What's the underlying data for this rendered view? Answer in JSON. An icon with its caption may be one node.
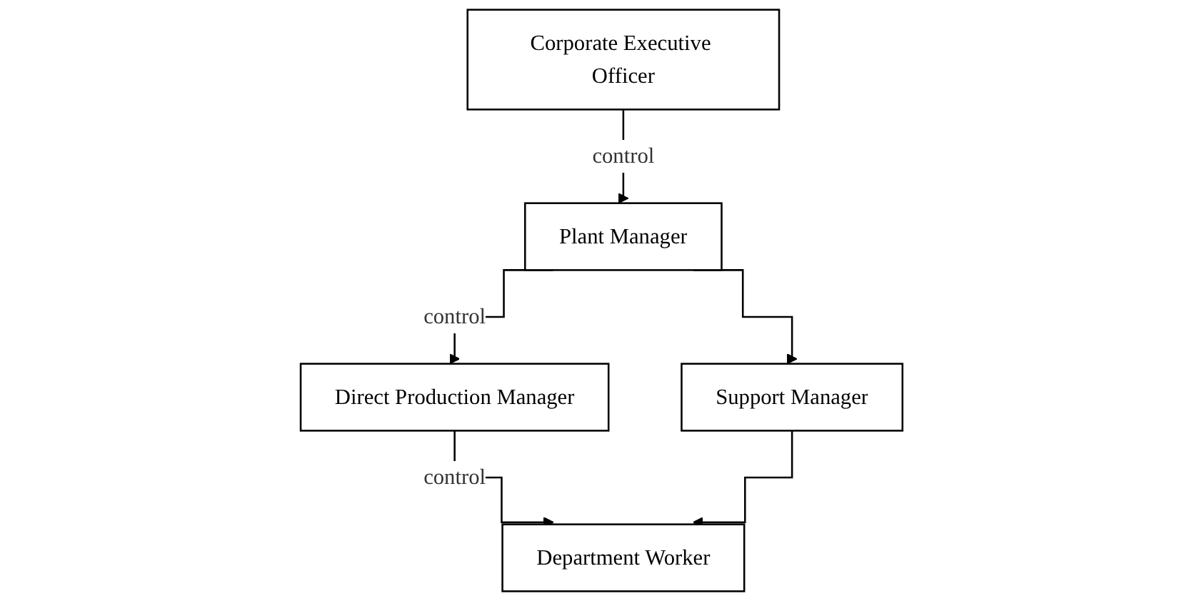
{
  "diagram": {
    "nodes": [
      {
        "text": [
          "Corporate Executive Officer"
        ]
      },
      {
        "text": [
          "Plant Manager"
        ]
      },
      {
        "text": [
          "Direct Production Manager"
        ]
      },
      {
        "text": [
          "Support Manager"
        ]
      },
      {
        "text": [
          "Department Worker"
        ]
      }
    ],
    "edges": [
      {
        "from": 0,
        "to": 1,
        "arrow": "to",
        "label": "control"
      },
      {
        "from": 1,
        "to": 2,
        "arrow": "to",
        "label": "control"
      },
      {
        "from": 1,
        "to": 3,
        "arrow": "to"
      },
      {
        "from": 2,
        "to": 4,
        "arrow": "to",
        "label": "control"
      },
      {
        "from": 3,
        "to": 4,
        "arrow": "to"
      }
    ]
  }
}
